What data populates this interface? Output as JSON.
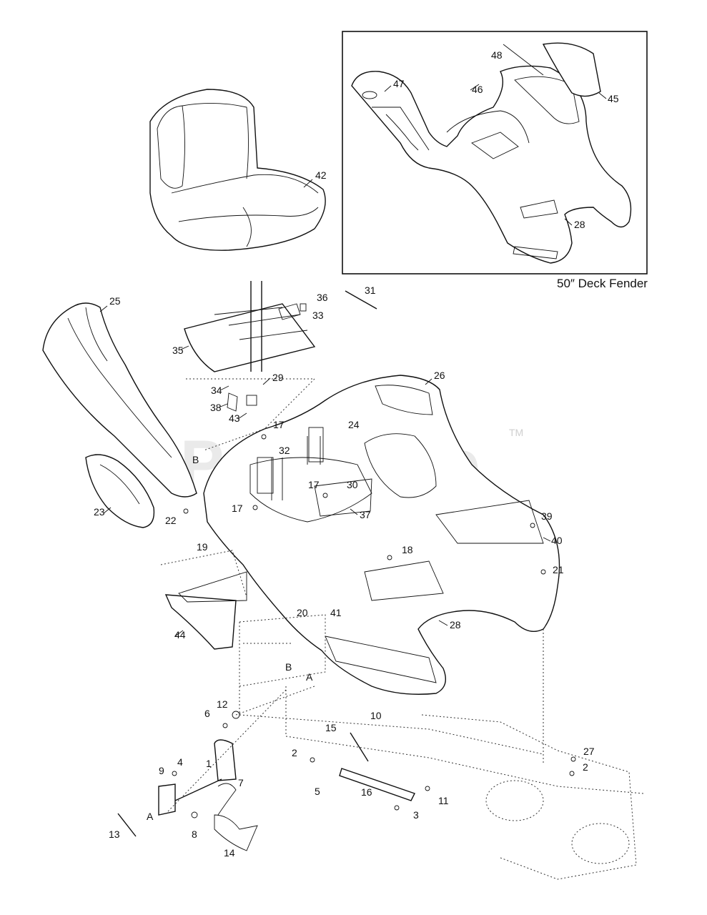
{
  "watermark": "PartsTree",
  "trademark": "TM",
  "inset": {
    "caption": "50″ Deck Fender"
  },
  "labels": {
    "l1": "1",
    "l2a": "2",
    "l2b": "2",
    "l3": "3",
    "l4": "4",
    "l5": "5",
    "l6": "6",
    "l7": "7",
    "l8": "8",
    "l9": "9",
    "l10": "10",
    "l11": "11",
    "l12": "12",
    "l13": "13",
    "l14": "14",
    "l15": "15",
    "l16": "16",
    "l17a": "17",
    "l17b": "17",
    "l17c": "17",
    "l18": "18",
    "l19": "19",
    "l20": "20",
    "l21": "21",
    "l22": "22",
    "l23": "23",
    "l24": "24",
    "l25": "25",
    "l26": "26",
    "l27": "27",
    "l28a": "28",
    "l28b": "28",
    "l29": "29",
    "l30": "30",
    "l31": "31",
    "l32": "32",
    "l33": "33",
    "l34": "34",
    "l35": "35",
    "l36": "36",
    "l37": "37",
    "l38": "38",
    "l39": "39",
    "l40": "40",
    "l41": "41",
    "l42": "42",
    "l43": "43",
    "l44": "44",
    "l45": "45",
    "l46": "46",
    "l47": "47",
    "l48": "48",
    "lA1": "A",
    "lA2": "A",
    "lB1": "B",
    "lB2": "B"
  }
}
